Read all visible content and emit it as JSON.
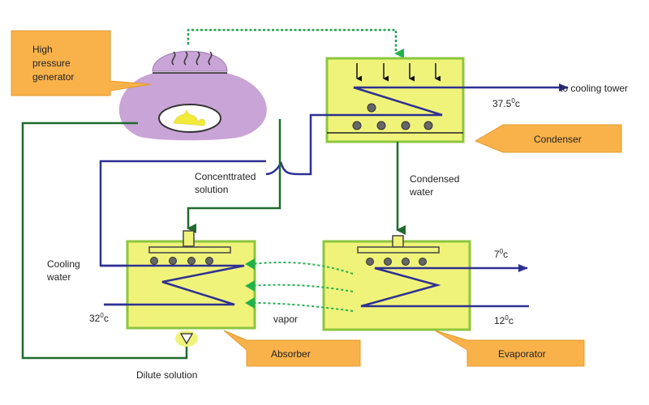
{
  "colors": {
    "box_fill": "#F0F37A",
    "box_stroke": "#8CC63F",
    "callout_fill": "#F9B24A",
    "callout_stroke": "#E39A2C",
    "generator_fill": "#C9A4D6",
    "blue_line": "#2E3192",
    "green_line": "#1E6B2E",
    "vapor_arrow": "#22B24C",
    "dashed_line": "#1FA34A"
  },
  "callouts": {
    "generator": [
      "High",
      "pressure",
      "generator"
    ],
    "condenser": "Condenser",
    "absorber": "Absorber",
    "evaporator": "Evaporator"
  },
  "labels": {
    "to_cooling_tower": "to cooling tower",
    "condenser_temp_value": "37.5",
    "condenser_temp_unit": "c",
    "concentrated_solution": [
      "Concenttrated",
      "solution"
    ],
    "condensed_water": [
      "Condensed",
      "water"
    ],
    "cooling_water": [
      "Cooling",
      "water"
    ],
    "absorber_temp_value": "32",
    "absorber_temp_unit": "c",
    "vapor": "vapor",
    "dilute_solution": "Dilute solution",
    "evap_out_temp_value": "7",
    "evap_out_temp_unit": "c",
    "evap_in_temp_value": "12",
    "evap_in_temp_unit": "c",
    "degree_symbol": "0"
  }
}
